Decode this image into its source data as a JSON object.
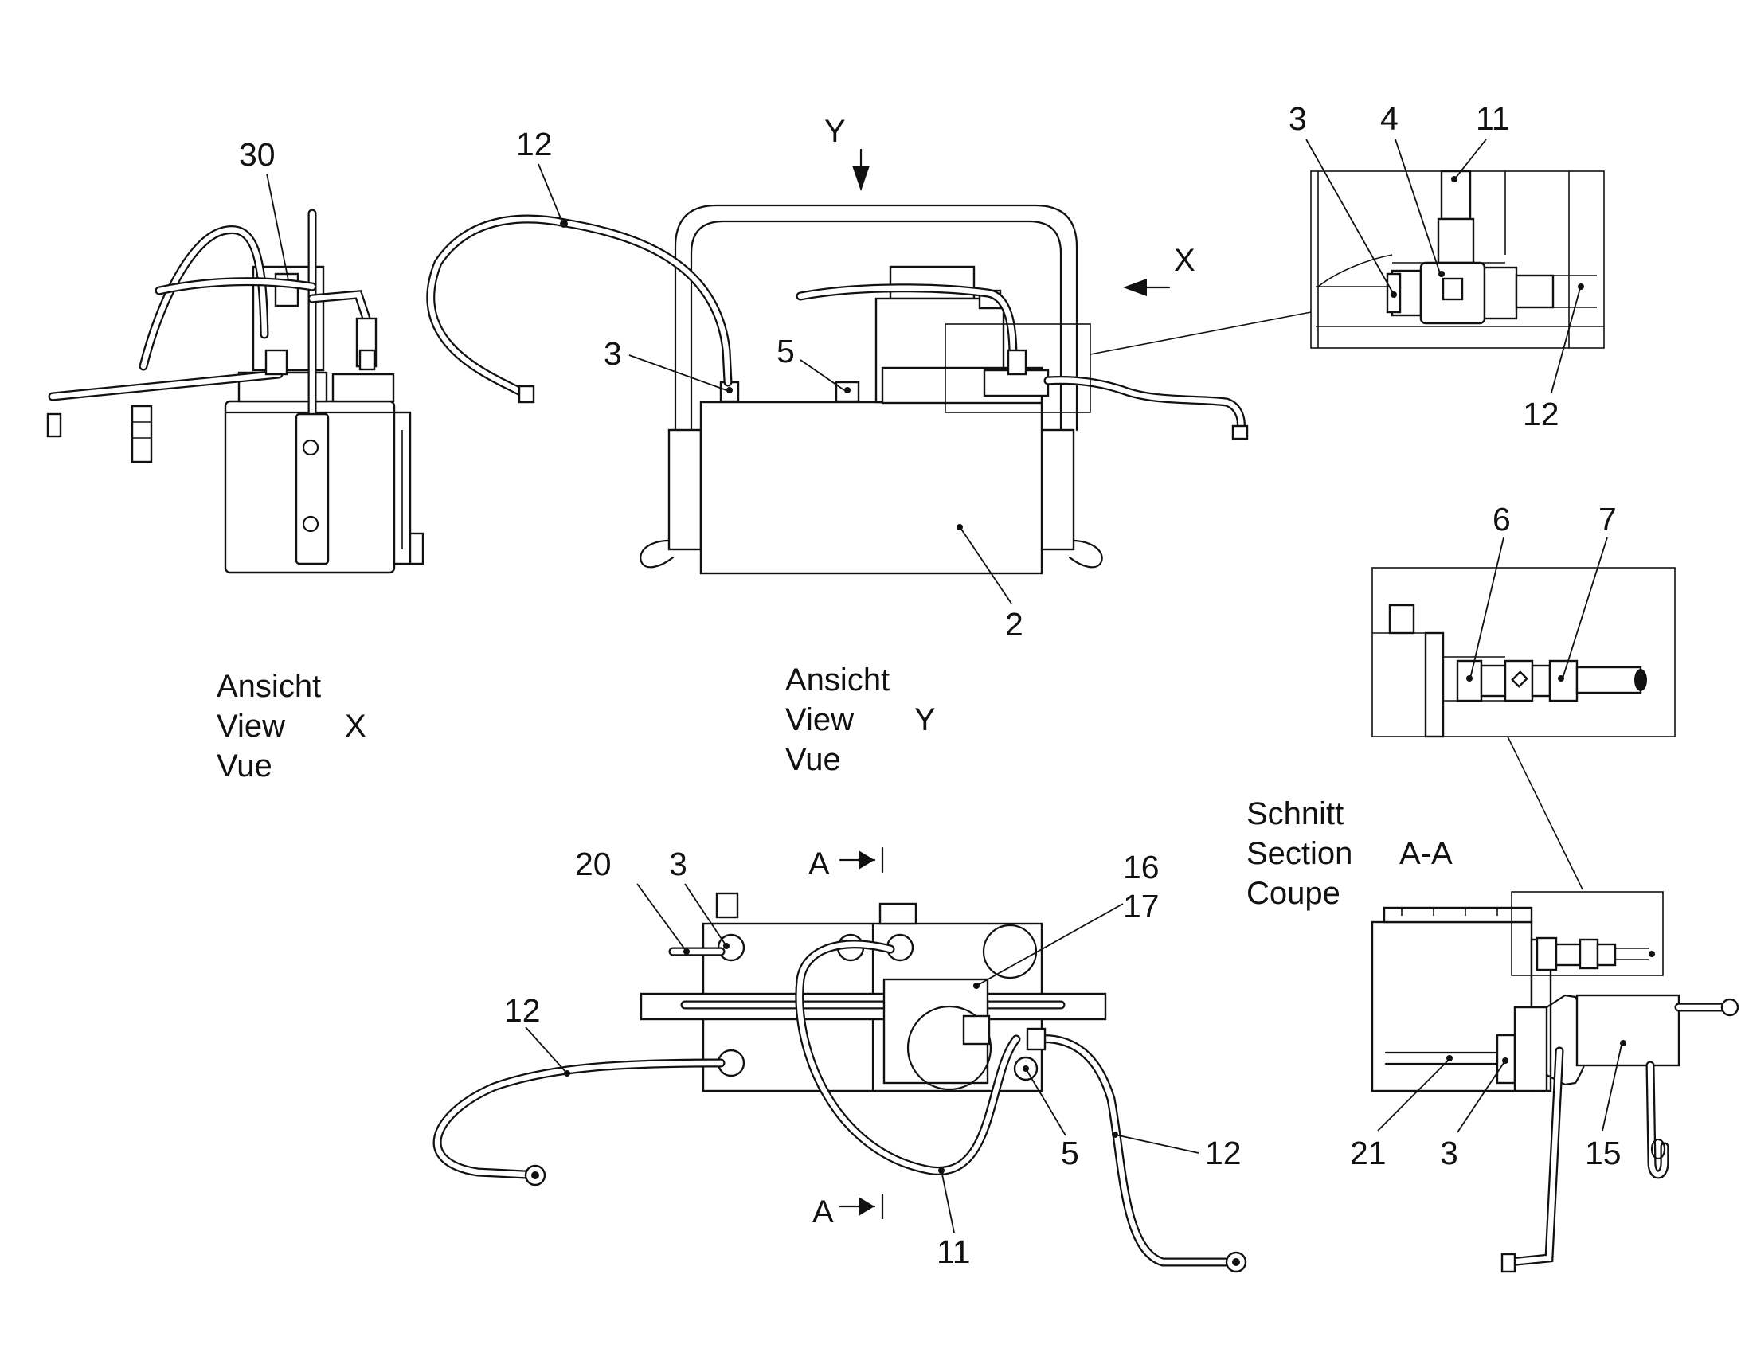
{
  "callouts": {
    "view_x_30": "30",
    "top_12": "12",
    "view_y_3": "3",
    "view_y_5": "5",
    "view_y_2": "2",
    "detail_3": "3",
    "detail_4": "4",
    "detail_11": "11",
    "detail_12": "12",
    "section_6": "6",
    "section_7": "7",
    "bottom_20": "20",
    "bottom_3": "3",
    "bottom_16": "16",
    "bottom_17": "17",
    "bottom_12_left": "12",
    "bottom_5": "5",
    "bottom_12_right": "12",
    "bottom_11": "11",
    "section_21": "21",
    "section_3": "3",
    "section_15": "15"
  },
  "markers": {
    "y_arrow": "Y",
    "x_arrow": "X",
    "a_top": "A",
    "a_bottom": "A"
  },
  "captions": {
    "view_x": {
      "line1": "Ansicht",
      "line2": "View",
      "line3": "Vue",
      "tag": "X"
    },
    "view_y": {
      "line1": "Ansicht",
      "line2": "View",
      "line3": "Vue",
      "tag": "Y"
    },
    "section": {
      "line1": "Schnitt",
      "line2": "Section",
      "line3": "Coupe",
      "tag": "A-A"
    }
  }
}
